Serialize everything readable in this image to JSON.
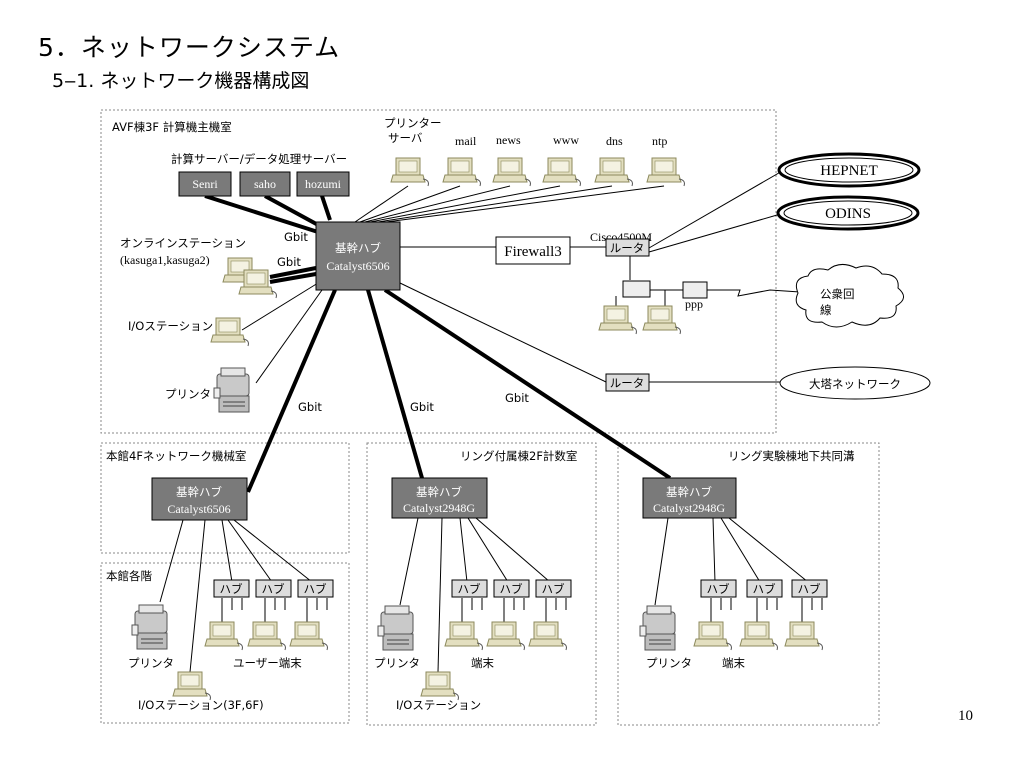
{
  "page": {
    "title": "5．ネットワークシステム",
    "subtitle": "5‒1. ネットワーク機器構成図",
    "page_number": "10"
  },
  "rooms": {
    "avf": "AVF棟3F 計算機主機室",
    "honkan4f": "本館4Fネットワーク機械室",
    "honkan_floors": "本館各階",
    "ring_annex": "リング付属棟2F計数室",
    "ring_lab": "リング実験棟地下共同溝"
  },
  "servers": {
    "group_label": "計算サーバー/データ処理サーバー",
    "senri": "Senri",
    "saho": "saho",
    "hozumi": "hozumi"
  },
  "service_pcs": {
    "printer_server": "プリンター\nサーバ",
    "mail": "mail",
    "news": "news",
    "www": "www",
    "dns": "dns",
    "ntp": "ntp"
  },
  "core_hub": {
    "name": "基幹ハブ",
    "model": "Catalyst6506"
  },
  "online": {
    "label": "オンラインステーション",
    "hosts": "(kasuga1,kasuga2)"
  },
  "io_station": "I/Oステーション",
  "printer": "プリンタ",
  "gbit": "Gbit",
  "firewall": "Firewall3",
  "cisco": "Cisco4500M",
  "router": "ルータ",
  "ppp": "ppp",
  "clouds": {
    "hepnet": "HEPNET",
    "odins": "ODINS",
    "public_line": "公衆回線",
    "daito": "大塔ネットワーク"
  },
  "honkan_hub": {
    "name": "基幹ハブ",
    "model": "Catalyst6506"
  },
  "ring_hub1": {
    "name": "基幹ハブ",
    "model": "Catalyst2948G"
  },
  "ring_hub2": {
    "name": "基幹ハブ",
    "model": "Catalyst2948G"
  },
  "hub_small": "ハブ",
  "user_terminal": "ユーザー端末",
  "terminal": "端末",
  "io_station_floors": "I/Oステーション(3F,6F)",
  "colors": {
    "pc_fill": "#e3dfc0",
    "pc_stroke": "#8c8a5e",
    "hub_fill": "#7a7a7a"
  }
}
